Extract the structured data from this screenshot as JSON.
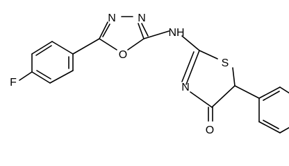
{
  "atoms": {
    "n_top_left": "N",
    "n_top_right": "N",
    "nh": "NH",
    "o_ring": "O",
    "s_ring": "S",
    "n_thiazole": "N",
    "o_carbonyl": "O",
    "f": "F"
  },
  "colors": {
    "bond": "#000000",
    "text": "#000000",
    "background": "#ffffff"
  }
}
